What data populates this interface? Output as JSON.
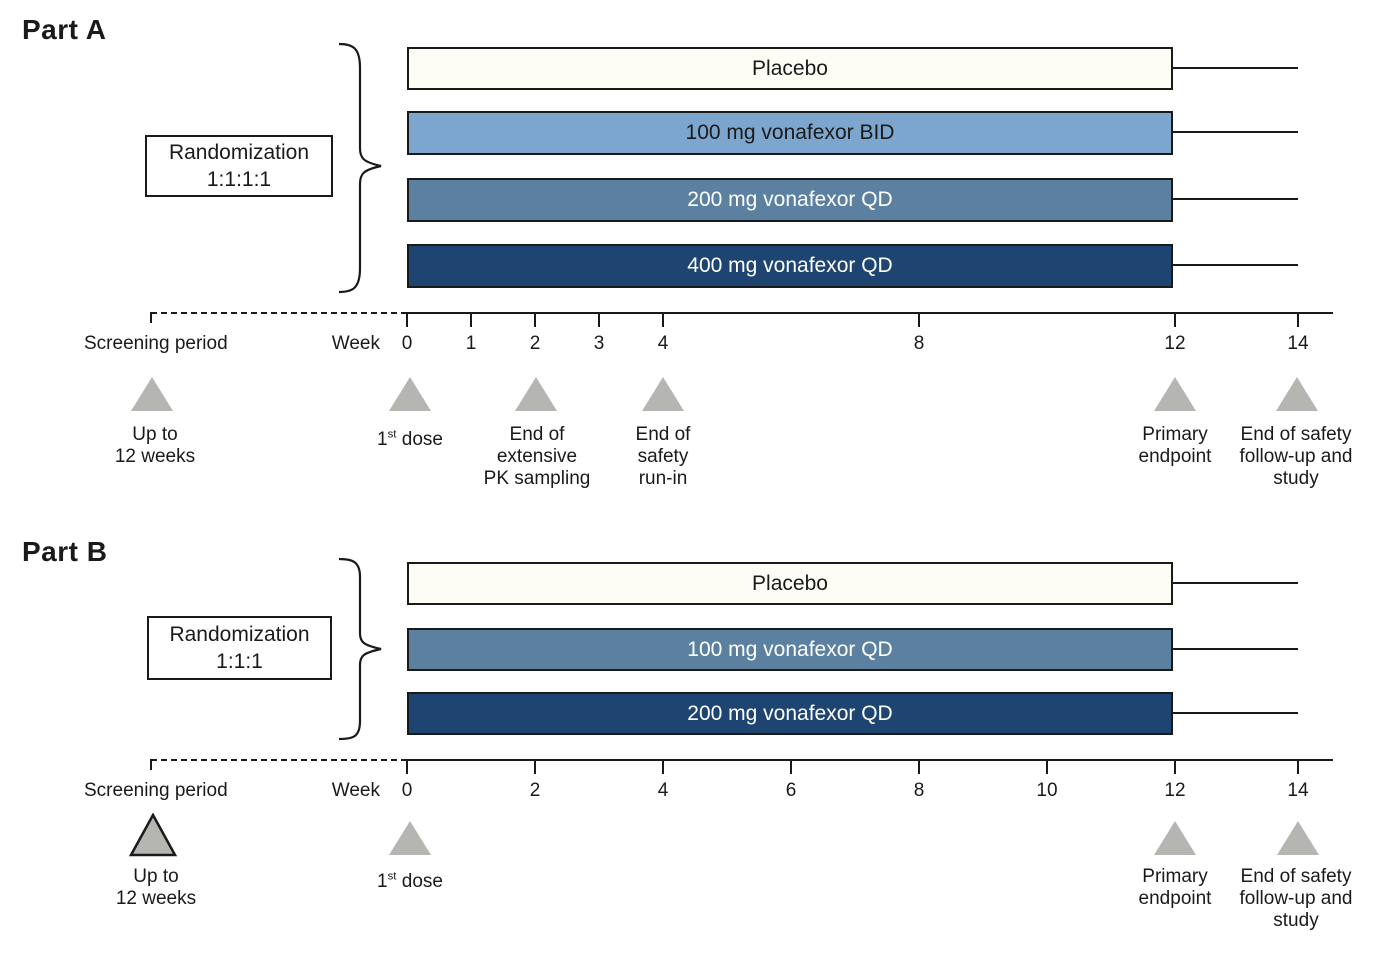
{
  "colors": {
    "background": "#ffffff",
    "line": "#1a1a1a",
    "text_dark": "#1a1a1a",
    "text_light": "#ffffff",
    "bar_placebo": "#fdfdf6",
    "bar_light_blue": "#7ca6ce",
    "bar_medium_blue": "#5b80a0",
    "bar_dark_blue": "#1e4572",
    "triangle_fill": "#b5b5b1",
    "triangle_outline": "#1a1a1a"
  },
  "part_a": {
    "title": "Part A",
    "randomization_line1": "Randomization",
    "randomization_line2": "1:1:1:1",
    "arms": [
      {
        "label": "Placebo",
        "fill": "#fdfdf6",
        "text_color": "#1a1a1a"
      },
      {
        "label": "100 mg vonafexor BID",
        "fill": "#7ca6ce",
        "text_color": "#1a1a1a"
      },
      {
        "label": "200 mg vonafexor QD",
        "fill": "#5b80a0",
        "text_color": "#ffffff"
      },
      {
        "label": "400 mg vonafexor QD",
        "fill": "#1e4572",
        "text_color": "#ffffff"
      }
    ],
    "screening_label": "Screening period",
    "week_label": "Week",
    "ticks": [
      "0",
      "1",
      "2",
      "3",
      "4",
      "8",
      "12",
      "14"
    ],
    "milestones": {
      "screening": {
        "line1": "Up to",
        "line2": "12 weeks"
      },
      "first_dose": {
        "num": "1",
        "sup": "st",
        "rest": " dose"
      },
      "pk": {
        "line1": "End of",
        "line2": "extensive",
        "line3": "PK sampling"
      },
      "safety_runin": {
        "line1": "End of",
        "line2": "safety",
        "line3": "run-in"
      },
      "primary": {
        "line1": "Primary",
        "line2": "endpoint"
      },
      "end_safety": {
        "line1": "End of safety",
        "line2": "follow-up and",
        "line3": "study"
      }
    }
  },
  "part_b": {
    "title": "Part B",
    "randomization_line1": "Randomization",
    "randomization_line2": "1:1:1",
    "arms": [
      {
        "label": "Placebo",
        "fill": "#fdfdf6",
        "text_color": "#1a1a1a"
      },
      {
        "label": "100 mg vonafexor QD",
        "fill": "#5b80a0",
        "text_color": "#ffffff"
      },
      {
        "label": "200 mg vonafexor QD",
        "fill": "#1e4572",
        "text_color": "#ffffff"
      }
    ],
    "screening_label": "Screening period",
    "week_label": "Week",
    "ticks": [
      "0",
      "2",
      "4",
      "6",
      "8",
      "10",
      "12",
      "14"
    ],
    "milestones": {
      "screening": {
        "line1": "Up to",
        "line2": "12 weeks"
      },
      "first_dose": {
        "num": "1",
        "sup": "st",
        "rest": " dose"
      },
      "primary": {
        "line1": "Primary",
        "line2": "endpoint"
      },
      "end_safety": {
        "line1": "End of safety",
        "line2": "follow-up and",
        "line3": "study"
      }
    }
  }
}
